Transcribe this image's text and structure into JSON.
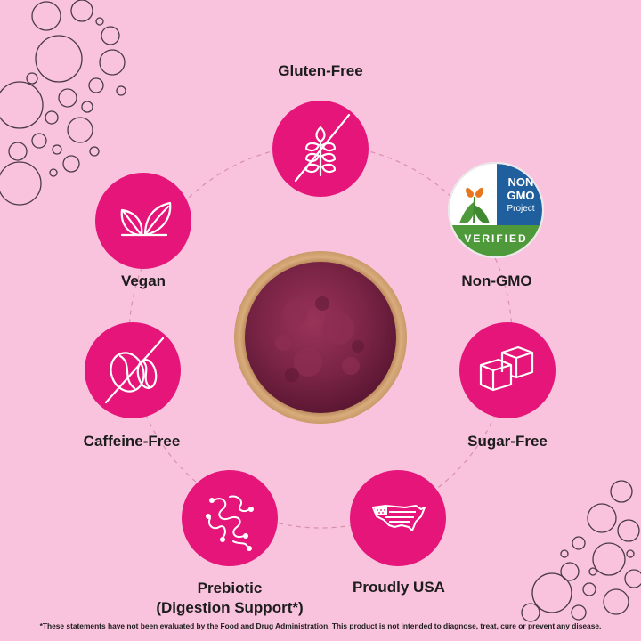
{
  "colors": {
    "background": "#f9c3dd",
    "badge": "#e5157a",
    "powder": "#7a2446",
    "bowl_rim": "#c99a6a",
    "nongmo_blue": "#1f5f9e",
    "nongmo_green": "#4e9a3a",
    "nongmo_orange": "#e8761e"
  },
  "features": [
    {
      "label": "Gluten-Free",
      "icon": "wheat-crossed-icon"
    },
    {
      "label": "Non-GMO",
      "icon": "non-gmo-verified-seal"
    },
    {
      "label": "Sugar-Free",
      "icon": "sugar-cubes-icon"
    },
    {
      "label": "Proudly USA",
      "icon": "usa-flag-map-icon"
    },
    {
      "label": "Prebiotic",
      "label2": "(Digestion Support*)",
      "icon": "gut-intestine-icon"
    },
    {
      "label": "Caffeine-Free",
      "icon": "coffee-bean-crossed-icon"
    },
    {
      "label": "Vegan",
      "icon": "leaves-icon"
    }
  ],
  "seal": {
    "line1": "NON",
    "line2": "GMO",
    "line3": "Project",
    "line4": "VERIFIED"
  },
  "disclaimer": "*These statements have not been evaluated by the Food and Drug Administration. This product is not intended to diagnose, treat, cure or prevent any disease."
}
